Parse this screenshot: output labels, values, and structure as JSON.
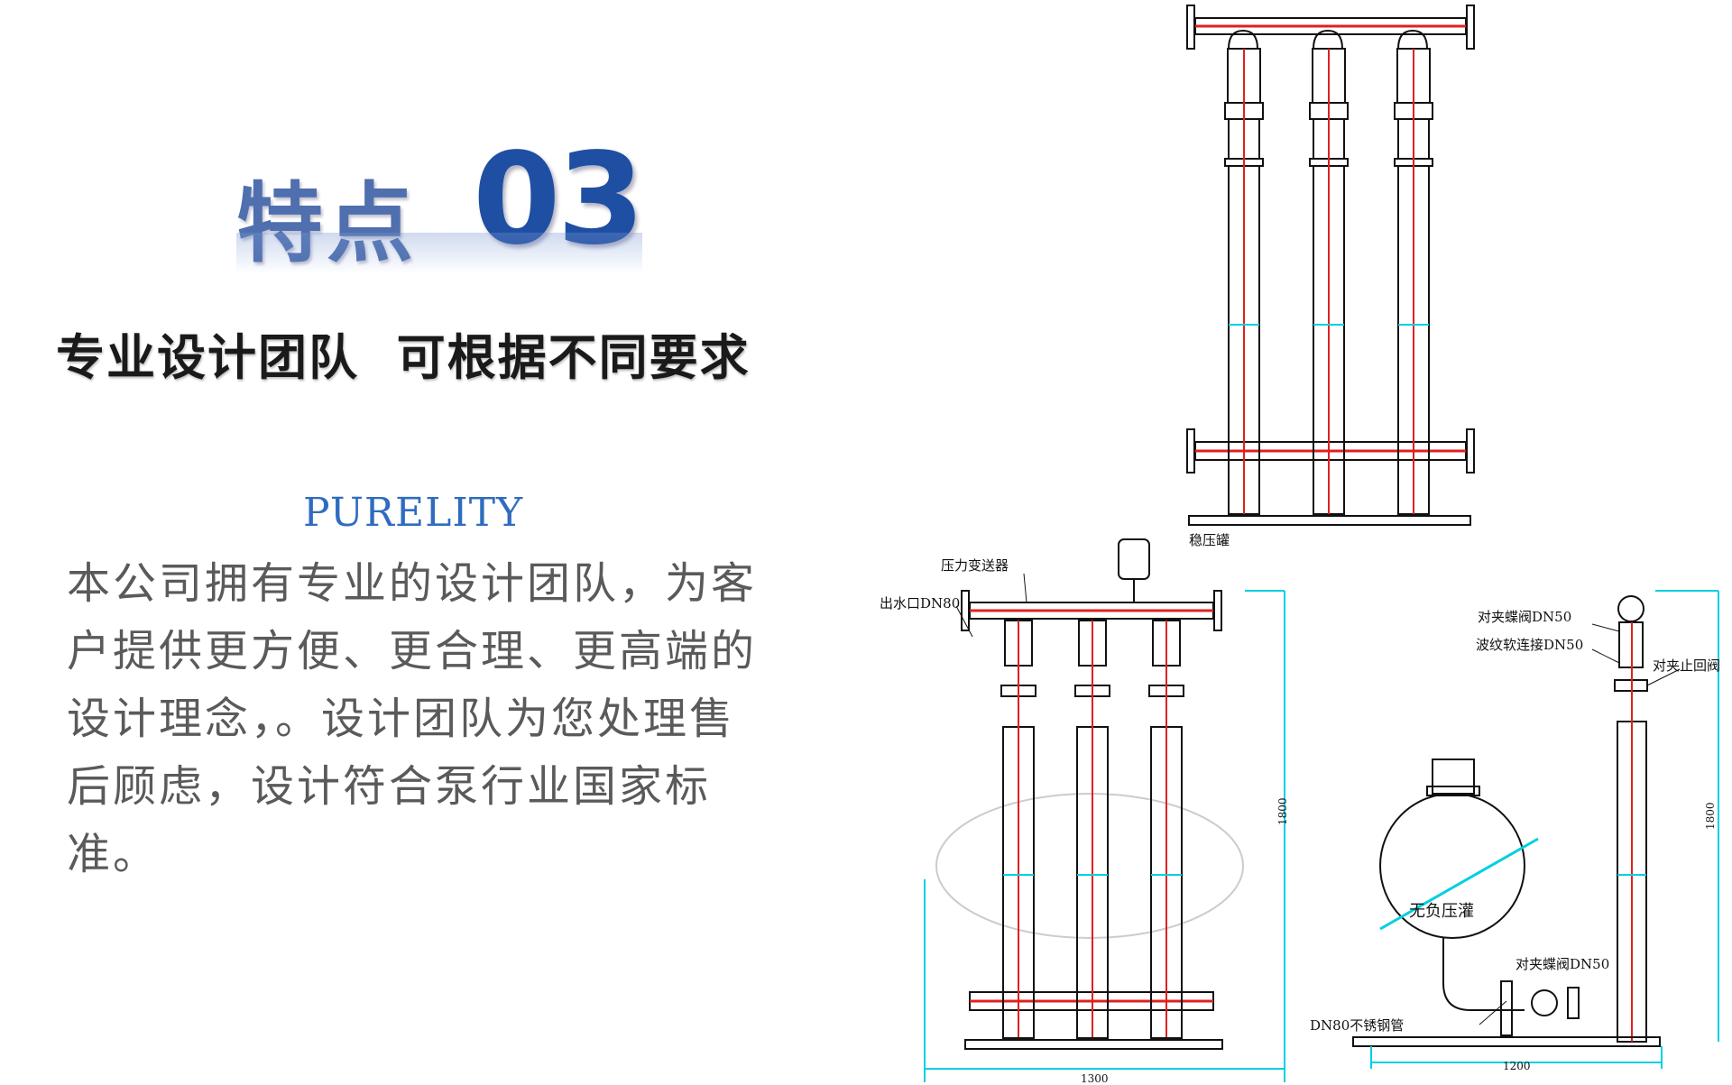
{
  "heading": {
    "feature_word": "特点",
    "feature_number": "03"
  },
  "subtitle": "专业设计团队  可根据不同要求",
  "brand": "PURELITY",
  "body_lines": [
    "本公司拥有专业的设计团队，为客",
    "户提供更方便、更合理、更高端的",
    "设计理念，。设计团队为您处理售",
    "后顾虑，设计符合泵行业国家标",
    "准。"
  ],
  "diagram_labels": {
    "stabilizer_tank": "稳压罐",
    "pressure_transmitter": "压力变送器",
    "outlet": "出水口DN80",
    "wafer_butterfly_valve_top": "对夹蝶阀DN50",
    "corrugated_connector": "波纹软连接DN50",
    "wafer_check_valve": "对夹止回阀",
    "no_negative_pressure_tank": "无负压灌",
    "wafer_butterfly_valve_bottom": "对夹蝶阀DN50",
    "stainless_pipe": "DN80不锈钢管",
    "dim_height_left": "1800",
    "dim_width_left": "1300",
    "dim_height_right": "1800",
    "dim_width_right": "1200"
  },
  "colors": {
    "heading_blue": "#1f4fa3",
    "brand_blue": "#2f6cc0",
    "body_gray": "#5a5a5a",
    "accent_red": "#e02020",
    "accent_cyan": "#00d0e0"
  }
}
